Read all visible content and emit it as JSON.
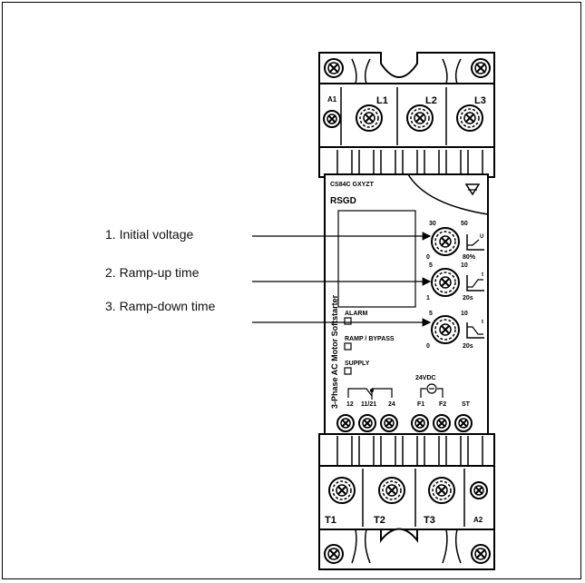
{
  "callouts": [
    {
      "label": "1. Initial voltage"
    },
    {
      "label": "2. Ramp-up time"
    },
    {
      "label": "3. Ramp-down time"
    }
  ],
  "device": {
    "top_terminals": [
      "A1",
      "L1",
      "L2",
      "L3"
    ],
    "bottom_terminals": [
      "T1",
      "T2",
      "T3",
      "A2"
    ],
    "part_code": "CS84C GXYZT",
    "model": "RSGD",
    "side_label": "3-Phase AC Motor Softstarter",
    "dials": [
      {
        "top_left": "30",
        "top_right": "50",
        "bottom_left": "0",
        "bottom_right": "80%",
        "symbol": "U"
      },
      {
        "top_left": "5",
        "top_right": "10",
        "bottom_left": "1",
        "bottom_right": "20s",
        "symbol": "t"
      },
      {
        "top_left": "5",
        "top_right": "10",
        "bottom_left": "0",
        "bottom_right": "20s",
        "symbol": "t"
      }
    ],
    "leds": [
      "ALARM",
      "RAMP / BYPASS",
      "SUPPLY"
    ],
    "relay_terminals": [
      "12",
      "11/21",
      "24"
    ],
    "control_supply": "24VDC",
    "control_terminals": [
      "F1",
      "F2",
      "ST"
    ]
  }
}
